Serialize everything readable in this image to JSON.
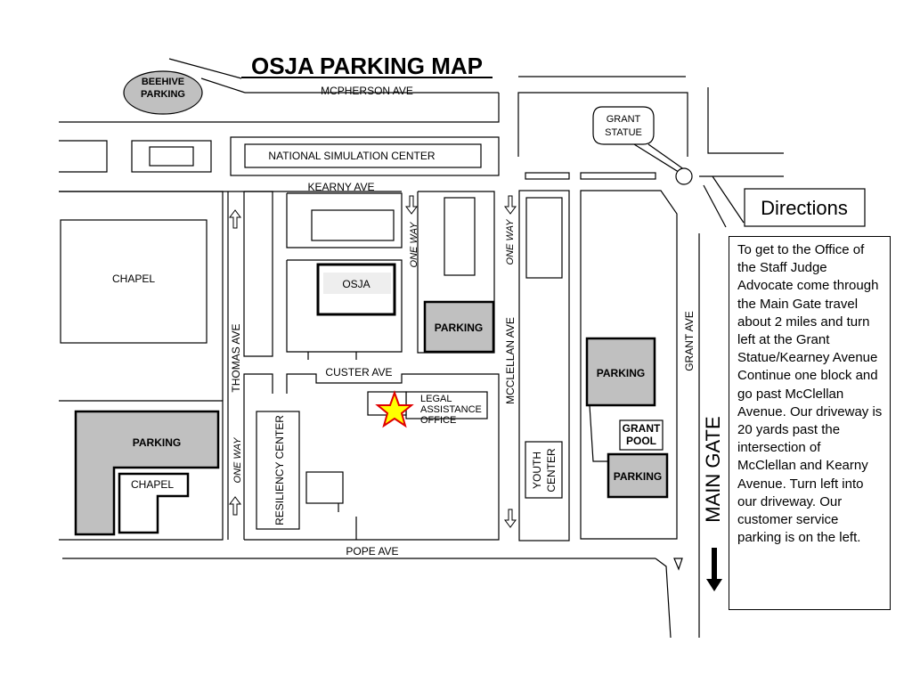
{
  "title": "OSJA PARKING MAP",
  "beehive": "BEEHIVE PARKING",
  "streets": {
    "mcpherson": "MCPHERSON AVE",
    "kearny": "KEARNY AVE",
    "custer": "CUSTER AVE",
    "pope": "POPE AVE",
    "thomas": "THOMAS AVE",
    "mcclellan": "MCCLELLAN AVE",
    "grant": "GRANT AVE",
    "main_gate": "MAIN GATE"
  },
  "buildings": {
    "national_sim": "NATIONAL SIMULATION CENTER",
    "chapel_large": "CHAPEL",
    "chapel_small": "CHAPEL",
    "osja": "OSJA",
    "legal_assistance": [
      "LEGAL",
      "ASSISTANCE",
      "OFFICE"
    ],
    "resiliency": "RESILIENCY CENTER",
    "youth_center": [
      "YOUTH",
      "CENTER"
    ],
    "grant_pool": [
      "GRANT",
      "POOL"
    ],
    "grant_statue": [
      "GRANT",
      "STATUE"
    ]
  },
  "parking": [
    "PARKING",
    "PARKING",
    "PARKING",
    "PARKING"
  ],
  "one_way": "ONE WAY",
  "directions": {
    "heading": "Directions",
    "text": "To get to the Office of the Staff Judge Advocate come through the Main Gate travel about 2 miles and turn left at the Grant Statue/Kearney Avenue Continue one block and go past McClellan Avenue.  Our driveway is 20 yards past the intersection of McClellan and Kearny Avenue.  Turn left into our driveway.  Our customer service parking is on the left."
  },
  "colors": {
    "parking_fill": "#c0c0c0",
    "star_fill": "#ffff00",
    "star_stroke": "#e00000"
  }
}
